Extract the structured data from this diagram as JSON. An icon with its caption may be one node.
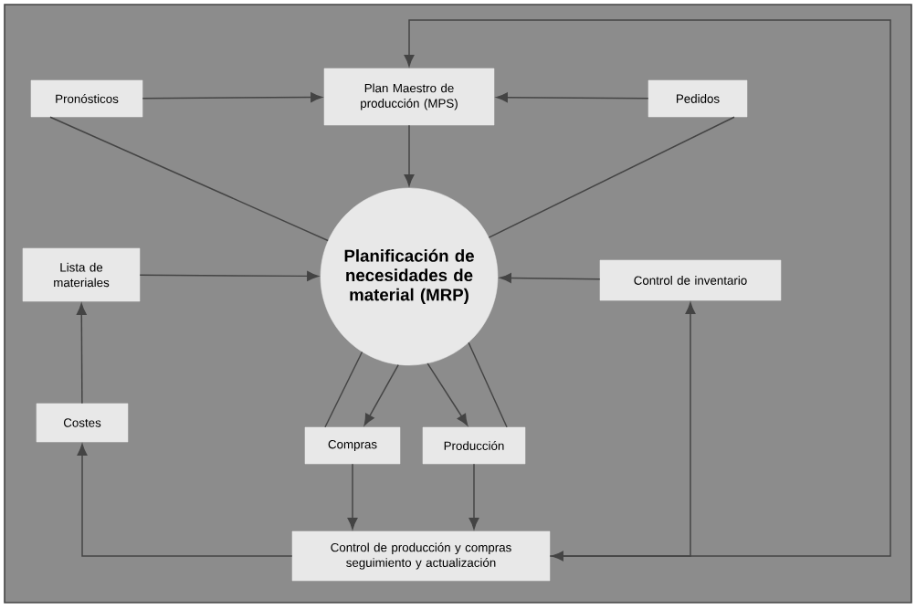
{
  "diagram": {
    "nodes": [
      {
        "text": [
          "Pronósticos"
        ]
      },
      {
        "text": [
          "Plan Maestro de producción (MPS)"
        ]
      },
      {
        "text": [
          "Pedidos"
        ]
      },
      {
        "text": [
          "Planificación de necesidades de material (MRP)"
        ]
      },
      {
        "text": [
          "Lista de materiales"
        ]
      },
      {
        "text": [
          "Control de inventario"
        ]
      },
      {
        "text": [
          "Costes"
        ]
      },
      {
        "text": [
          "Compras"
        ]
      },
      {
        "text": [
          "Producción"
        ]
      },
      {
        "text": [
          "Control de producción y compras seguimiento y actualización"
        ]
      }
    ],
    "edges": [
      {
        "from": 0,
        "to": 1,
        "arrow": "to"
      },
      {
        "from": 2,
        "to": 1,
        "arrow": "to"
      },
      {
        "from": 1,
        "to": 3,
        "arrow": "to"
      },
      {
        "from": 0,
        "to": 3,
        "arrow": "none"
      },
      {
        "from": 2,
        "to": 3,
        "arrow": "none"
      },
      {
        "from": 4,
        "to": 3,
        "arrow": "to"
      },
      {
        "from": 5,
        "to": 3,
        "arrow": "to"
      },
      {
        "from": 3,
        "to": 7,
        "arrow": "to"
      },
      {
        "from": 3,
        "to": 8,
        "arrow": "to"
      },
      {
        "from": 7,
        "to": 3,
        "arrow": "none"
      },
      {
        "from": 8,
        "to": 3,
        "arrow": "none"
      },
      {
        "from": 7,
        "to": 9,
        "arrow": "to"
      },
      {
        "from": 8,
        "to": 9,
        "arrow": "to"
      },
      {
        "from": 9,
        "to": 6,
        "arrow": "to"
      },
      {
        "from": 6,
        "to": 4,
        "arrow": "to"
      },
      {
        "from": 9,
        "to": 5,
        "arrow": "both"
      },
      {
        "from": 9,
        "to": 1,
        "arrow": "to"
      }
    ]
  }
}
